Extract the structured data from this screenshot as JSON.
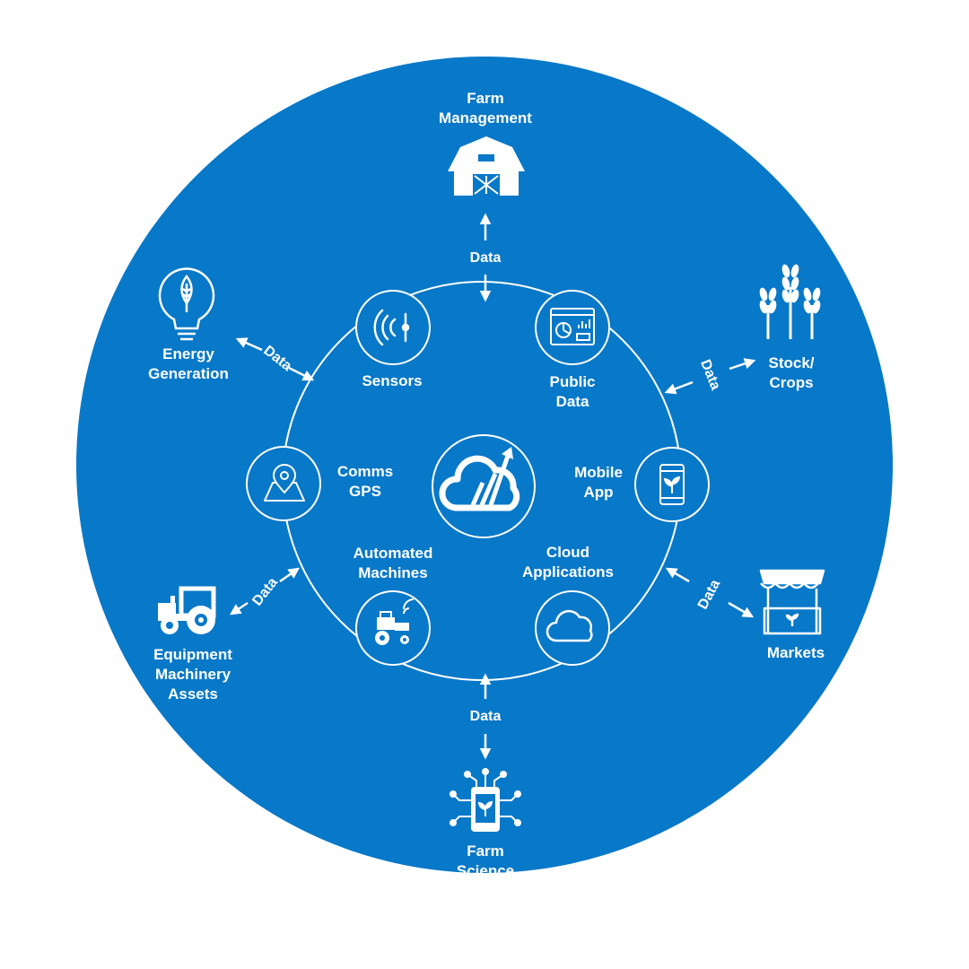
{
  "outer_nodes": {
    "farm_management": {
      "label": "Farm\nManagement",
      "icon": "barn-icon"
    },
    "stock_crops": {
      "label": "Stock/\nCrops",
      "icon": "wheat-icon"
    },
    "markets": {
      "label": "Markets",
      "icon": "market-stall-icon"
    },
    "farm_science": {
      "label": "Farm\nScience",
      "icon": "circuit-phone-icon"
    },
    "equipment": {
      "label": "Equipment\nMachinery\nAssets",
      "icon": "tractor-icon"
    },
    "energy": {
      "label": "Energy\nGeneration",
      "icon": "leaf-bulb-icon"
    }
  },
  "inner_nodes": {
    "sensors": {
      "label": "Sensors",
      "icon": "sensor-waves-icon"
    },
    "public_data": {
      "label": "Public\nData",
      "icon": "dashboard-icon"
    },
    "mobile_app": {
      "label": "Mobile\nApp",
      "icon": "mobile-plant-icon"
    },
    "cloud_apps": {
      "label": "Cloud\nApplications",
      "icon": "cloud-icon"
    },
    "automated_machines": {
      "label": "Automated\nMachines",
      "icon": "tractor-wireless-icon"
    },
    "comms_gps": {
      "label": "Comms\nGPS",
      "icon": "map-pin-icon"
    }
  },
  "center": {
    "icon": "cloud-growth-logo-icon"
  },
  "data_label": "Data",
  "colors": {
    "background": "#0878c8",
    "foreground": "#ffffff"
  }
}
